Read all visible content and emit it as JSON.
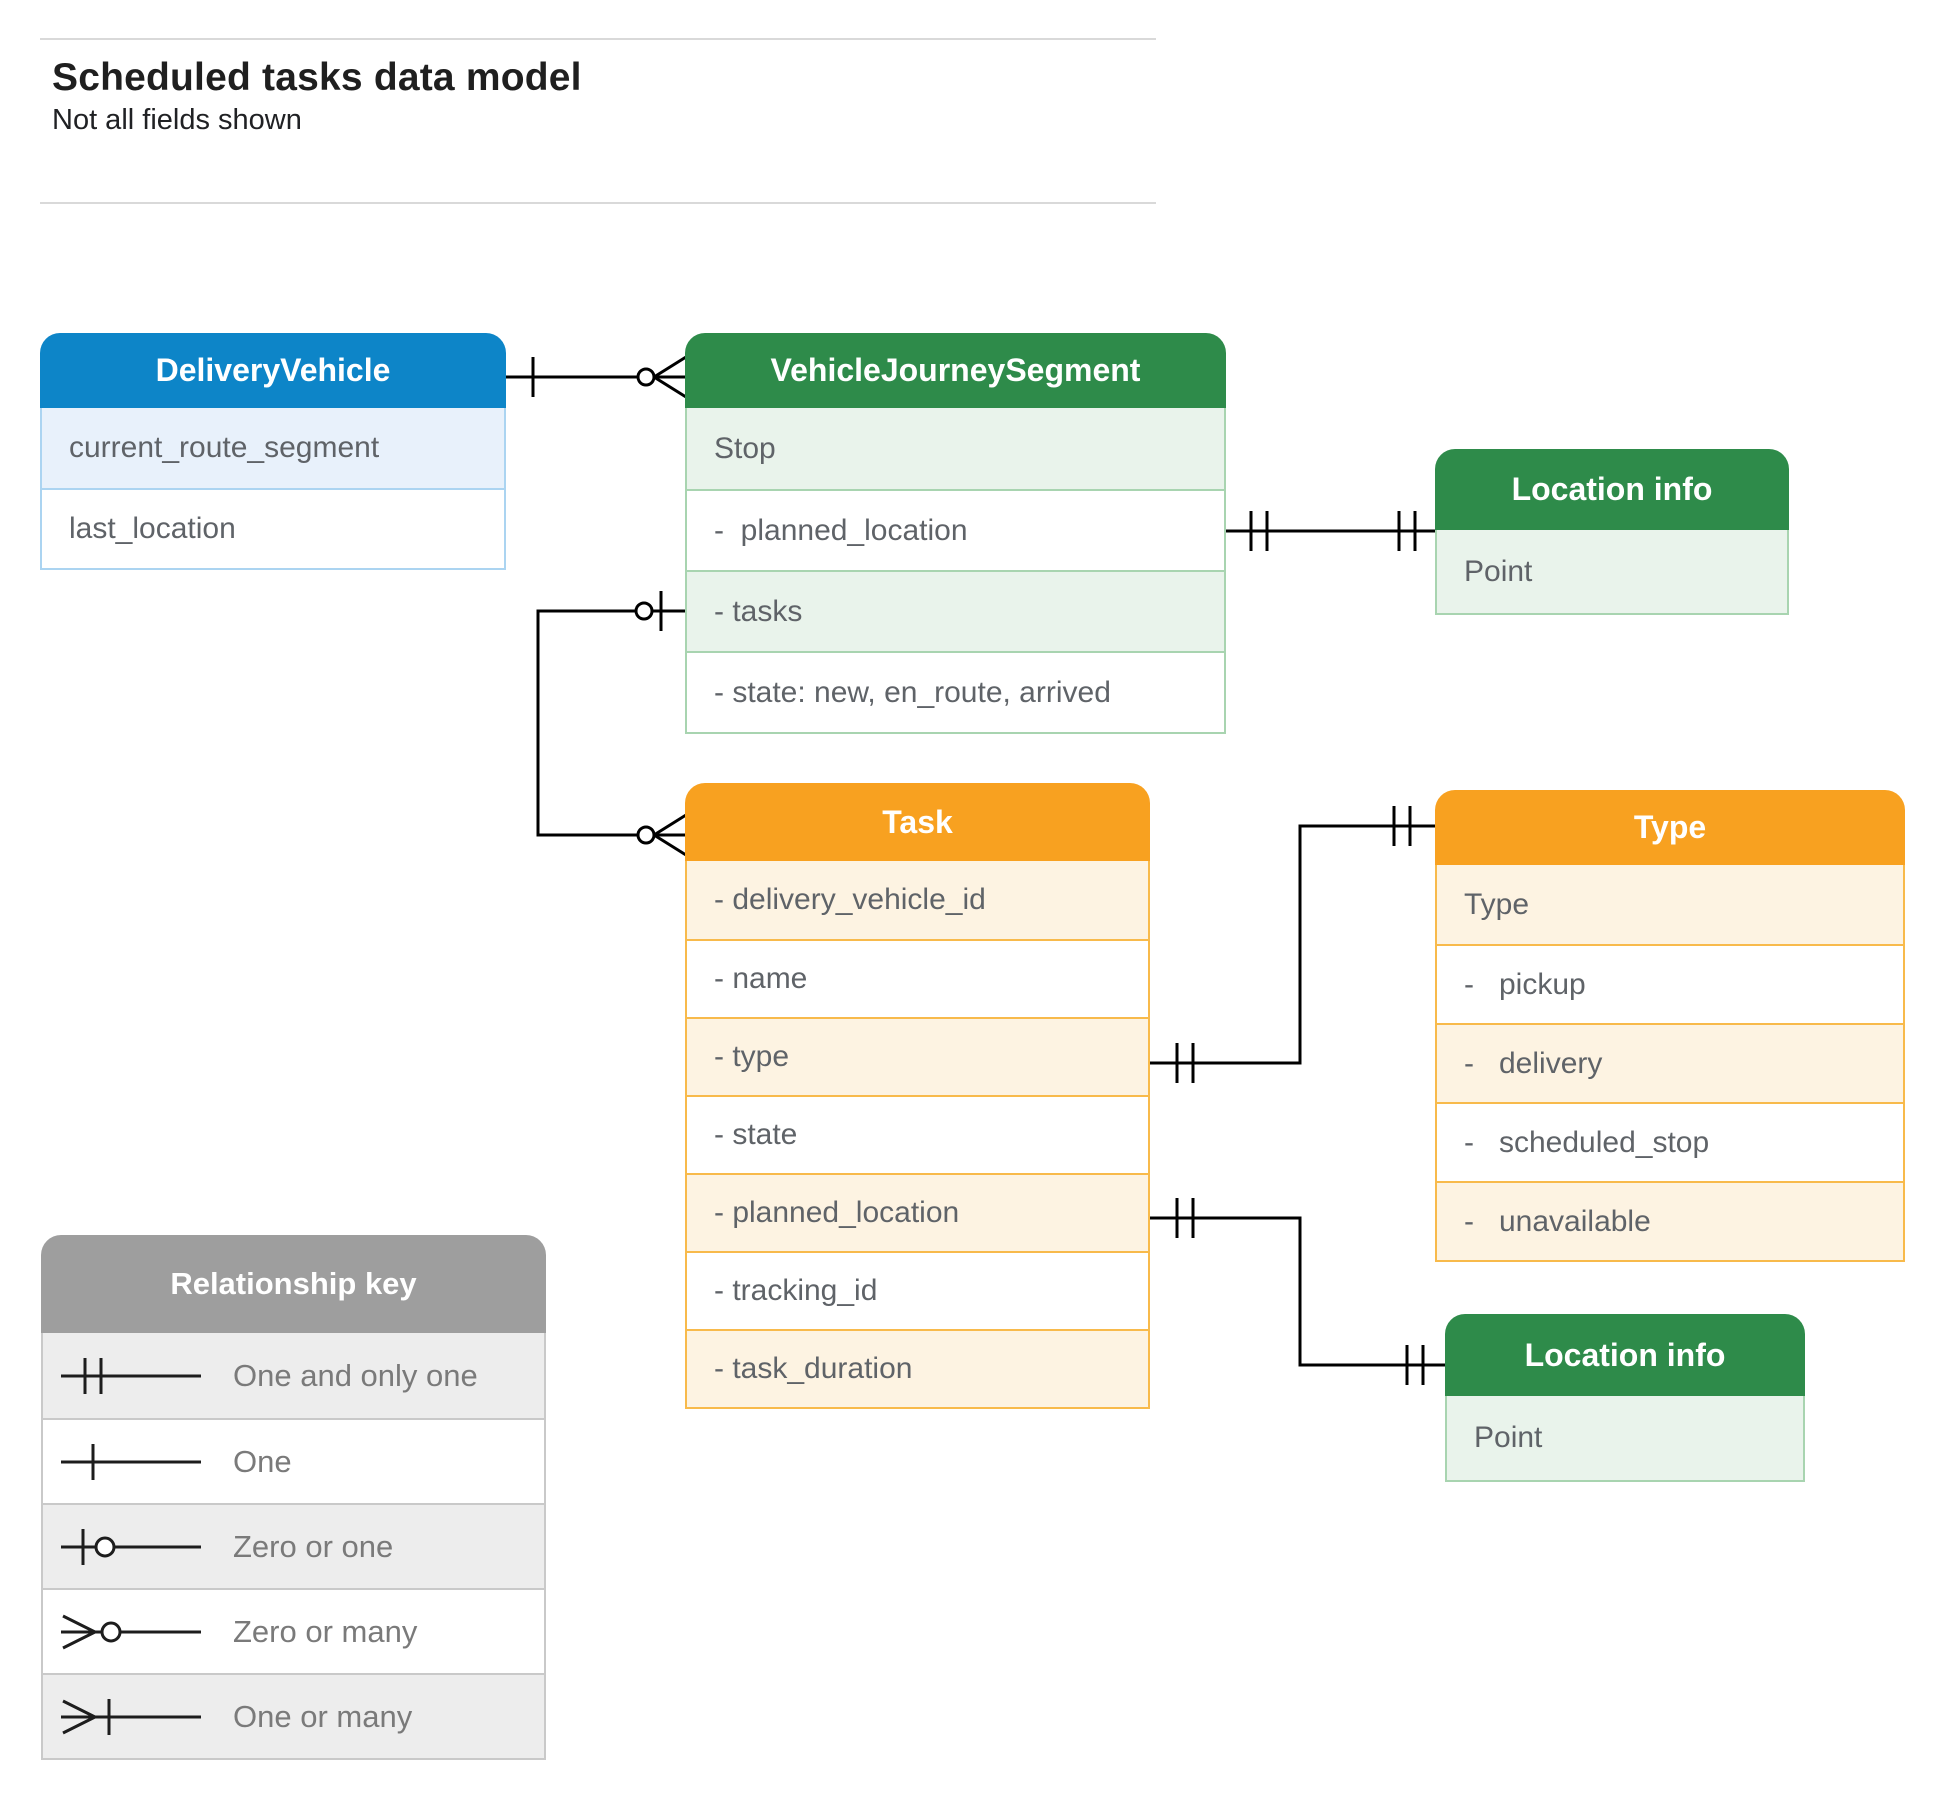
{
  "page": {
    "title": "Scheduled tasks data model",
    "subtitle": "Not all fields shown"
  },
  "colors": {
    "blue_header": "#0d85c8",
    "blue_row": "#e8f1fb",
    "green_header": "#2e8b4a",
    "green_row": "#e9f3eb",
    "orange_header": "#f8a120",
    "orange_row": "#fdf3e2",
    "gray_header": "#9e9e9e",
    "gray_row": "#ededed",
    "row_text": "#5f6368",
    "connector": "#000000"
  },
  "entities": {
    "delivery_vehicle": {
      "title": "DeliveryVehicle",
      "rows": [
        {
          "label": "current_route_segment"
        },
        {
          "label": "last_location"
        }
      ]
    },
    "vehicle_journey_segment": {
      "title": "VehicleJourneySegment",
      "rows": [
        {
          "label": "Stop"
        },
        {
          "label": "-  planned_location"
        },
        {
          "label": "- tasks"
        },
        {
          "label": "- state: new, en_route, arrived"
        }
      ]
    },
    "location_info_top": {
      "title": "Location info",
      "rows": [
        {
          "label": "Point"
        }
      ]
    },
    "task": {
      "title": "Task",
      "rows": [
        {
          "label": "- delivery_vehicle_id"
        },
        {
          "label": "- name"
        },
        {
          "label": "- type"
        },
        {
          "label": "- state"
        },
        {
          "label": "- planned_location"
        },
        {
          "label": "- tracking_id"
        },
        {
          "label": "- task_duration"
        }
      ]
    },
    "type": {
      "title": "Type",
      "rows": [
        {
          "label": "Type"
        },
        {
          "label": "-   pickup"
        },
        {
          "label": "-   delivery"
        },
        {
          "label": "-   scheduled_stop"
        },
        {
          "label": "-   unavailable"
        }
      ]
    },
    "location_info_bottom": {
      "title": "Location info",
      "rows": [
        {
          "label": "Point"
        }
      ]
    }
  },
  "relationships": [
    {
      "from": "DeliveryVehicle",
      "to": "VehicleJourneySegment",
      "from_cardinality": "one",
      "to_cardinality": "zero-or-many"
    },
    {
      "from": "VehicleJourneySegment.planned_location",
      "to": "Location info",
      "from_cardinality": "one-and-only-one",
      "to_cardinality": "one-and-only-one"
    },
    {
      "from": "VehicleJourneySegment.tasks",
      "to": "Task",
      "from_cardinality": "zero-or-one",
      "to_cardinality": "zero-or-many"
    },
    {
      "from": "Task.type",
      "to": "Type",
      "from_cardinality": "one-and-only-one",
      "to_cardinality": "one-and-only-one"
    },
    {
      "from": "Task.planned_location",
      "to": "Location info",
      "from_cardinality": "one-and-only-one",
      "to_cardinality": "one-and-only-one"
    }
  ],
  "legend": {
    "title": "Relationship key",
    "items": [
      {
        "symbol": "one-and-only-one",
        "label": "One and only one"
      },
      {
        "symbol": "one",
        "label": "One"
      },
      {
        "symbol": "zero-or-one",
        "label": "Zero or one"
      },
      {
        "symbol": "zero-or-many",
        "label": "Zero or many"
      },
      {
        "symbol": "one-or-many",
        "label": "One or many"
      }
    ]
  }
}
